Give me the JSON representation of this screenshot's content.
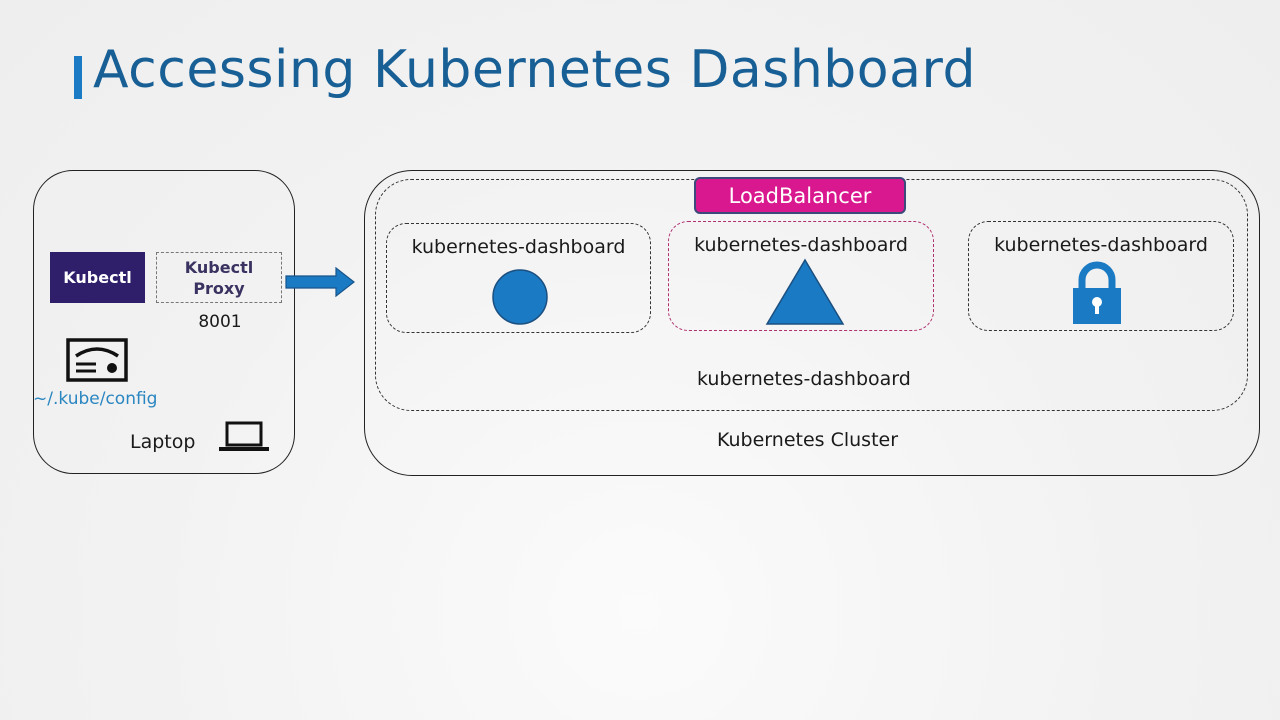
{
  "slide": {
    "title": "Accessing Kubernetes Dashboard"
  },
  "laptop": {
    "label": "Laptop",
    "kubectl_label": "Kubectl",
    "proxy_line1": "Kubectl",
    "proxy_line2": "Proxy",
    "proxy_port": "8001",
    "config_path": "~/.kube/config",
    "icons": [
      "certificate-icon",
      "laptop-icon",
      "arrow-right-icon"
    ]
  },
  "cluster": {
    "label": "Kubernetes Cluster",
    "namespace_label": "kubernetes-dashboard",
    "service_type": "LoadBalancer",
    "objects": [
      {
        "label": "kubernetes-dashboard",
        "icon": "circle-icon"
      },
      {
        "label": "kubernetes-dashboard",
        "icon": "triangle-icon"
      },
      {
        "label": "kubernetes-dashboard",
        "icon": "lock-icon"
      }
    ]
  },
  "colors": {
    "title": "#175f95",
    "accent_blue": "#1a7bc4",
    "kubectl_bg": "#2f1f6b",
    "loadbalancer_bg": "#d9178e",
    "config_text": "#2a86c0"
  }
}
